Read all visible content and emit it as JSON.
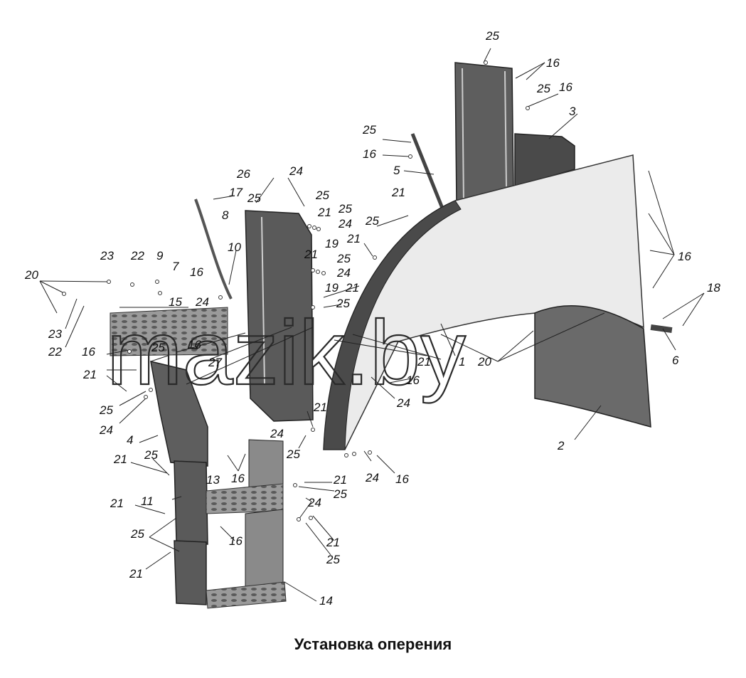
{
  "caption": "Установка оперения",
  "watermark": "mazik.by",
  "colors": {
    "part_fill": "#6e6e6e",
    "part_dark": "#3c3c3c",
    "part_light": "#d8d8d8",
    "leader": "#222222",
    "text": "#111111"
  },
  "callouts": [
    {
      "id": "c-20a",
      "text": "20"
    },
    {
      "id": "c-23a",
      "text": "23"
    },
    {
      "id": "c-22a",
      "text": "22"
    },
    {
      "id": "c-9",
      "text": "9"
    },
    {
      "id": "c-7",
      "text": "7"
    },
    {
      "id": "c-16a",
      "text": "16"
    },
    {
      "id": "c-24a",
      "text": "24"
    },
    {
      "id": "c-15",
      "text": "15"
    },
    {
      "id": "c-23b",
      "text": "23"
    },
    {
      "id": "c-22b",
      "text": "22"
    },
    {
      "id": "c-16b",
      "text": "16"
    },
    {
      "id": "c-25a",
      "text": "25"
    },
    {
      "id": "c-16c",
      "text": "16"
    },
    {
      "id": "c-21a",
      "text": "21"
    },
    {
      "id": "c-27",
      "text": "27"
    },
    {
      "id": "c-25b",
      "text": "25"
    },
    {
      "id": "c-24b",
      "text": "24"
    },
    {
      "id": "c-4",
      "text": "4"
    },
    {
      "id": "c-26",
      "text": "26"
    },
    {
      "id": "c-17",
      "text": "17"
    },
    {
      "id": "c-8",
      "text": "8"
    },
    {
      "id": "c-10",
      "text": "10"
    },
    {
      "id": "c-25c",
      "text": "25"
    },
    {
      "id": "c-24c",
      "text": "24"
    },
    {
      "id": "c-25d",
      "text": "25"
    },
    {
      "id": "c-21b",
      "text": "21"
    },
    {
      "id": "c-25e",
      "text": "25"
    },
    {
      "id": "c-24d",
      "text": "24"
    },
    {
      "id": "c-21c",
      "text": "21"
    },
    {
      "id": "c-19a",
      "text": "19"
    },
    {
      "id": "c-25f",
      "text": "25"
    },
    {
      "id": "c-24e",
      "text": "24"
    },
    {
      "id": "c-19b",
      "text": "19"
    },
    {
      "id": "c-21d",
      "text": "21"
    },
    {
      "id": "c-25g",
      "text": "25"
    },
    {
      "id": "c-25h",
      "text": "25"
    },
    {
      "id": "c-16d",
      "text": "16"
    },
    {
      "id": "c-5",
      "text": "5"
    },
    {
      "id": "c-21e",
      "text": "21"
    },
    {
      "id": "c-25i",
      "text": "25"
    },
    {
      "id": "c-21f",
      "text": "21"
    },
    {
      "id": "c-25j",
      "text": "25"
    },
    {
      "id": "c-16e",
      "text": "16"
    },
    {
      "id": "c-25k",
      "text": "25"
    },
    {
      "id": "c-16f",
      "text": "16"
    },
    {
      "id": "c-3",
      "text": "3"
    },
    {
      "id": "c-16g",
      "text": "16"
    },
    {
      "id": "c-18",
      "text": "18"
    },
    {
      "id": "c-6",
      "text": "6"
    },
    {
      "id": "c-1",
      "text": "1"
    },
    {
      "id": "c-20b",
      "text": "20"
    },
    {
      "id": "c-21g",
      "text": "21"
    },
    {
      "id": "c-16h",
      "text": "16"
    },
    {
      "id": "c-24f",
      "text": "24"
    },
    {
      "id": "c-21h",
      "text": "21"
    },
    {
      "id": "c-24g",
      "text": "24"
    },
    {
      "id": "c-25l",
      "text": "25"
    },
    {
      "id": "c-2",
      "text": "2"
    },
    {
      "id": "c-24h",
      "text": "24"
    },
    {
      "id": "c-16i",
      "text": "16"
    },
    {
      "id": "c-21i",
      "text": "21"
    },
    {
      "id": "c-25m",
      "text": "25"
    },
    {
      "id": "c-16j",
      "text": "16"
    },
    {
      "id": "c-21j",
      "text": "21"
    },
    {
      "id": "c-25n",
      "text": "25"
    },
    {
      "id": "c-13",
      "text": "13"
    },
    {
      "id": "c-21k",
      "text": "21"
    },
    {
      "id": "c-11",
      "text": "11"
    },
    {
      "id": "c-24i",
      "text": "24"
    },
    {
      "id": "c-16k",
      "text": "16"
    },
    {
      "id": "c-21l",
      "text": "21"
    },
    {
      "id": "c-25o",
      "text": "25"
    },
    {
      "id": "c-25p",
      "text": "25"
    },
    {
      "id": "c-21m",
      "text": "21"
    },
    {
      "id": "c-14",
      "text": "14"
    }
  ]
}
